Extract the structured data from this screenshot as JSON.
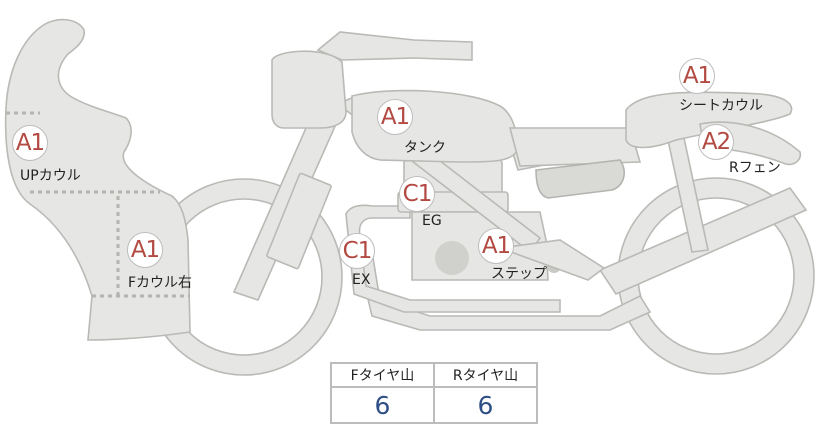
{
  "parts": [
    {
      "id": "up-cowl",
      "grade": "A1",
      "label": "UPカウル"
    },
    {
      "id": "f-cowl-right",
      "grade": "A1",
      "label": "Fカウル右"
    },
    {
      "id": "tank",
      "grade": "A1",
      "label": "タンク"
    },
    {
      "id": "engine",
      "grade": "C1",
      "label": "EG"
    },
    {
      "id": "exhaust",
      "grade": "C1",
      "label": "EX"
    },
    {
      "id": "step",
      "grade": "A1",
      "label": "ステップ"
    },
    {
      "id": "seat-cowl",
      "grade": "A1",
      "label": "シートカウル"
    },
    {
      "id": "r-fender",
      "grade": "A2",
      "label": "Rフェン"
    }
  ],
  "tires": {
    "front_header": "Fタイヤ山",
    "rear_header": "Rタイヤ山",
    "front_value": "6",
    "rear_value": "6"
  },
  "colors": {
    "grade_text": "#b24a42",
    "tire_value": "#2f4f86",
    "silhouette": "#e6e6e4"
  }
}
